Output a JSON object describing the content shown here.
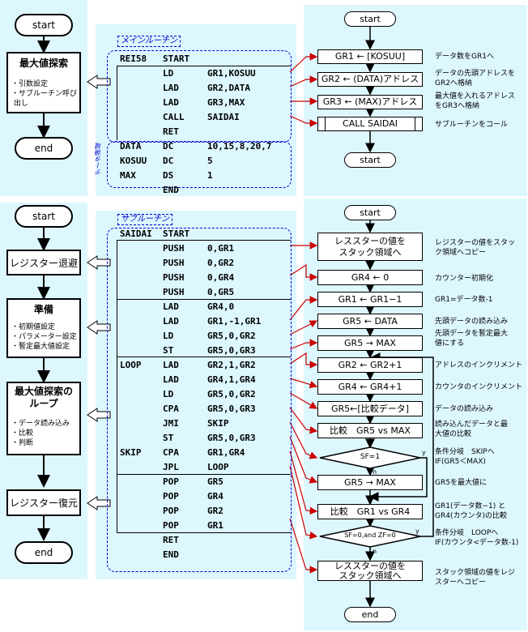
{
  "colors": {
    "panel": "#ddf7ff",
    "accent": "#cc0000",
    "dash": "#0000cc"
  },
  "main": {
    "left": {
      "start": "start",
      "box_title": "最大値探索",
      "box_items": [
        "・引数設定",
        "・サブルーチン呼び\n 出し"
      ],
      "end": "end"
    },
    "label": "メインルーチン",
    "data_label": "データ領域",
    "code": [
      {
        "label": "REI58",
        "op": "START",
        "arg": ""
      },
      {
        "label": "",
        "op": "LD",
        "arg": "GR1,KOSUU"
      },
      {
        "label": "",
        "op": "LAD",
        "arg": "GR2,DATA"
      },
      {
        "label": "",
        "op": "LAD",
        "arg": "GR3,MAX"
      },
      {
        "label": "",
        "op": "CALL",
        "arg": "SAIDAI"
      },
      {
        "label": "",
        "op": "RET",
        "arg": ""
      },
      {
        "label": "DATA",
        "op": "DC",
        "arg": "10,15,8,20,7"
      },
      {
        "label": "KOSUU",
        "op": "DC",
        "arg": "5"
      },
      {
        "label": "MAX",
        "op": "DS",
        "arg": "1"
      },
      {
        "label": "",
        "op": "END",
        "arg": ""
      }
    ],
    "flow": {
      "start": "start",
      "steps": [
        "GR1 ← [KOSUU]",
        "GR2 ← (DATA)アドレス",
        "GR3 ← (MAX)アドレス",
        "CALL SAIDAI"
      ],
      "end": "start"
    },
    "notes": [
      "データ数をGR1へ",
      "データの先頭アドレスを\nGR2へ格納",
      "最大値を入れるアドレス\nをGR3へ格納",
      "サブルーチンをコール"
    ]
  },
  "sub": {
    "left": {
      "start": "start",
      "reg_save": "レジスター退避",
      "prep_title": "準備",
      "prep_items": [
        "・初期値設定",
        "・パラメーター設定",
        "・暫定最大値設定"
      ],
      "loop_title": "最大値探索の\nループ",
      "loop_items": [
        "・データ読み込み",
        "・比較",
        "・判断"
      ],
      "restore": "レジスター復元",
      "end": "end"
    },
    "label": "サブルーチン",
    "code": [
      {
        "label": "SAIDAI",
        "op": "START",
        "arg": ""
      },
      {
        "label": "",
        "op": "PUSH",
        "arg": "0,GR1"
      },
      {
        "label": "",
        "op": "PUSH",
        "arg": "0,GR2"
      },
      {
        "label": "",
        "op": "PUSH",
        "arg": "0,GR4"
      },
      {
        "label": "",
        "op": "PUSH",
        "arg": "0,GR5"
      },
      {
        "label": "",
        "op": "LAD",
        "arg": "GR4,0"
      },
      {
        "label": "",
        "op": "LAD",
        "arg": "GR1,-1,GR1"
      },
      {
        "label": "",
        "op": "LD",
        "arg": "GR5,0,GR2"
      },
      {
        "label": "",
        "op": "ST",
        "arg": "GR5,0,GR3"
      },
      {
        "label": "LOOP",
        "op": "LAD",
        "arg": "GR2,1,GR2"
      },
      {
        "label": "",
        "op": "LAD",
        "arg": "GR4,1,GR4"
      },
      {
        "label": "",
        "op": "LD",
        "arg": "GR5,0,GR2"
      },
      {
        "label": "",
        "op": "CPA",
        "arg": "GR5,0,GR3"
      },
      {
        "label": "",
        "op": "JMI",
        "arg": "SKIP"
      },
      {
        "label": "",
        "op": "ST",
        "arg": "GR5,0,GR3"
      },
      {
        "label": "SKIP",
        "op": "CPA",
        "arg": "GR1,GR4"
      },
      {
        "label": "",
        "op": "JPL",
        "arg": "LOOP"
      },
      {
        "label": "",
        "op": "POP",
        "arg": "GR5"
      },
      {
        "label": "",
        "op": "POP",
        "arg": "GR4"
      },
      {
        "label": "",
        "op": "POP",
        "arg": "GR2"
      },
      {
        "label": "",
        "op": "POP",
        "arg": "GR1"
      },
      {
        "label": "",
        "op": "RET",
        "arg": ""
      },
      {
        "label": "",
        "op": "END",
        "arg": ""
      }
    ],
    "flow": {
      "start": "start",
      "push": "レススターの値を\nスタック領域へ",
      "steps": [
        "GR4 ← 0",
        "GR1 ← GR1−1",
        "GR5 ← DATA",
        "GR5 → MAX",
        "GR2 ← GR2+1",
        "GR4 ← GR4+1",
        "GR5←[比較データ]",
        "比較　GR5 vs MAX"
      ],
      "dec1": "SF=1",
      "dec1_y": "y",
      "dec1_n": "n",
      "after1": "GR5 → MAX",
      "cmp2": "比較　GR1 vs GR4",
      "dec2": "SF=0,and ZF=0",
      "dec2_y": "y",
      "dec2_n": "n",
      "pop": "レススターの値を\nスタック領域へ",
      "end": "end"
    },
    "notes": [
      "レジスターの値をスタッ\nク領域へコピー",
      "カウンター初期化",
      "GR1=データ数-1",
      "先頭データの読み込み",
      "先頭データを暫定最大\n値にする",
      "アドレスのインクリメント",
      "カウンタのインクリメント",
      "データの読み込み",
      "読み込んだデータと最\n大値の比較",
      "条件分岐　SKIPへ\nIF(GR5＜MAX)",
      "GR5を最大値に",
      "GR1(データ数−1) と\nGR4(カウンタ)の比較",
      "条件分岐　LOOPへ\nIF(カウンタ<データ数-1)",
      "スタック領域の値をレジ\nスターへコピー"
    ]
  }
}
